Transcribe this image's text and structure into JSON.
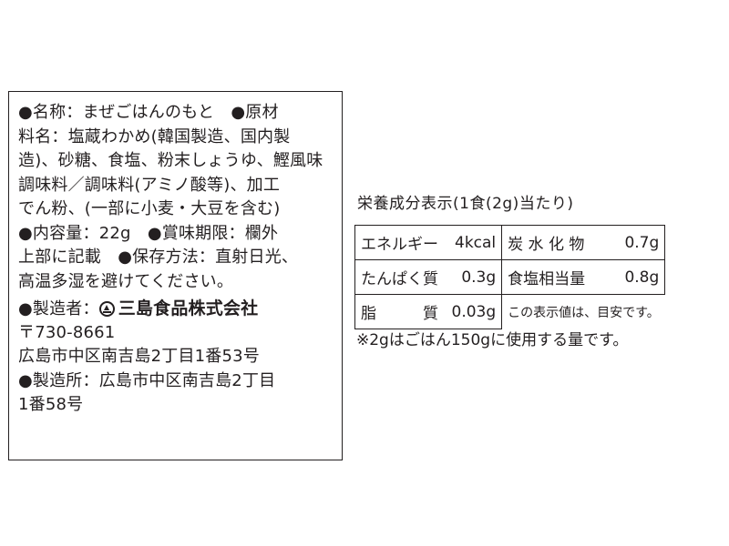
{
  "label": {
    "lines": [
      "●名称：まぜごはんのもと　●原材",
      "料名：塩蔵わかめ(韓国製造、国内製",
      "造)、砂糖、食塩、粉末しょうゆ、鰹風味",
      "調味料／調味料(アミノ酸等)、加工",
      "でん粉、(一部に小麦・大豆を含む)",
      "●内容量：22g　●賞味期限：欄外",
      "上部に記載　●保存方法：直射日光、",
      "高温多湿を避けてください。"
    ],
    "maker_prefix": "●製造者：",
    "maker_name": "三島食品株式会社",
    "address_lines": [
      "〒730-8661",
      "広島市中区南吉島2丁目1番53号",
      "●製造所：広島市中区南吉島2丁目",
      "1番58号"
    ]
  },
  "nutrition": {
    "title": "栄養成分表示(1食(2g)当たり)",
    "rows": [
      [
        {
          "name": "エネルギー",
          "value": "4kcal"
        },
        {
          "name": "炭 水 化 物",
          "value": "0.7g"
        }
      ],
      [
        {
          "name": "たんぱく質",
          "value": "0.3g"
        },
        {
          "name": "食塩相当量",
          "value": "0.8g"
        }
      ],
      [
        {
          "name": "脂　　　質",
          "value": "0.03g"
        }
      ]
    ],
    "note": "この表示値は、目安です。",
    "footnote": "※2gはごはん150gに使用する量です。"
  }
}
